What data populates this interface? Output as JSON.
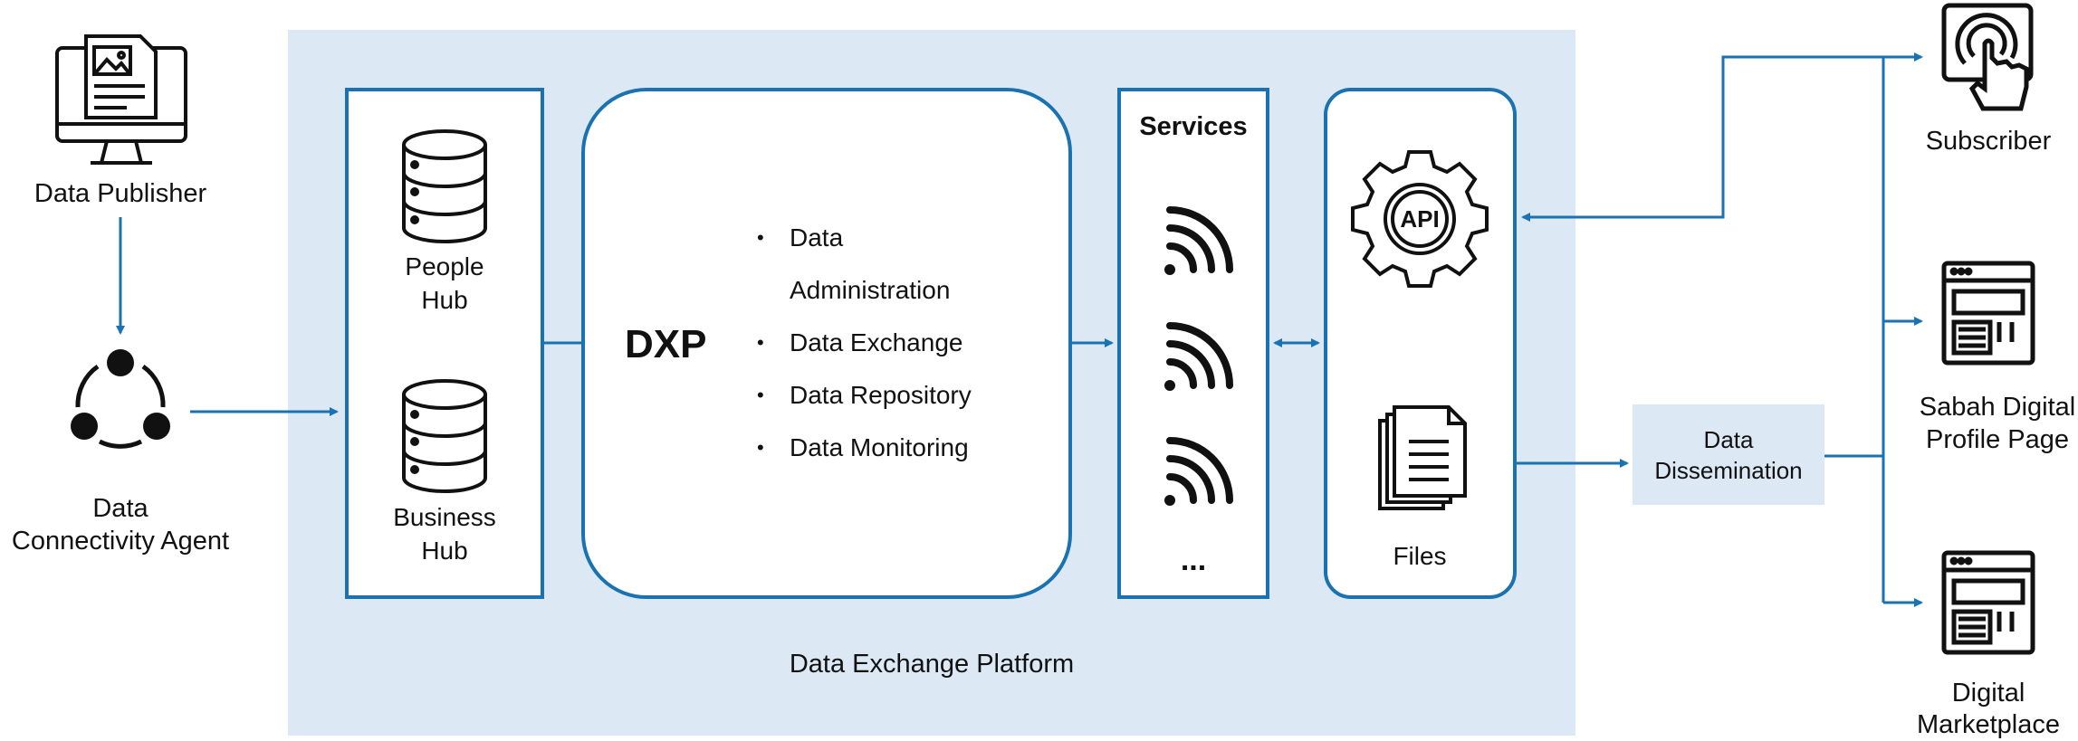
{
  "nodes": {
    "publisher": "Data Publisher",
    "agent": [
      "Data",
      "Connectivity Agent"
    ],
    "people_hub": [
      "People",
      "Hub"
    ],
    "business_hub": [
      "Business",
      "Hub"
    ],
    "dxp_title": "DXP",
    "dxp_items": [
      "Data Administration",
      "Data Exchange",
      "Data Repository",
      "Data Monitoring"
    ],
    "services_title": "Services",
    "services_more": "...",
    "api_icon": "API",
    "files": "Files",
    "platform_label": "Data Exchange Platform",
    "dissemination": [
      "Data",
      "Dissemination"
    ],
    "subscriber": "Subscriber",
    "sabah": [
      "Sabah Digital",
      "Profile Page"
    ],
    "marketplace": [
      "Digital",
      "Marketplace"
    ]
  },
  "colors": {
    "accent": "#1a72b0",
    "platform_bg": "#dce9f5",
    "icon": "#111111"
  }
}
